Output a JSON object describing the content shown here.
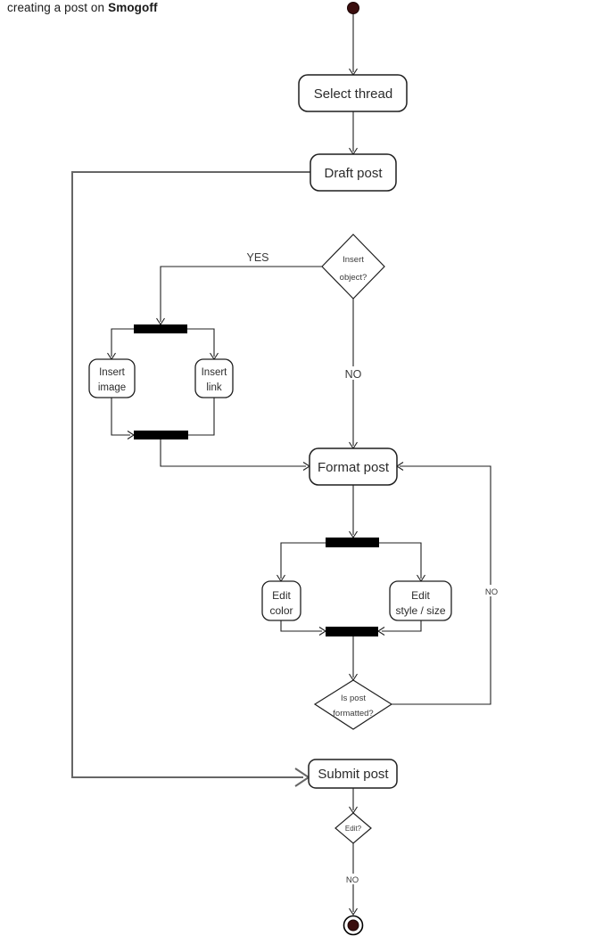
{
  "title": {
    "prefix": "creating a post on",
    "brand": "Smogoff"
  },
  "colors": {
    "background": "#ffffff",
    "edge": "#1f1f1f",
    "shortcut_edge": "#666666",
    "fork_join_bar": "#000000",
    "start_end_fill": "#3a0d0d"
  },
  "nodes": {
    "select_thread": {
      "label": "Select thread"
    },
    "draft_post": {
      "label": "Draft post"
    },
    "insert_object": {
      "line1": "Insert",
      "line2": "object?"
    },
    "insert_image": {
      "line1": "Insert",
      "line2": "image"
    },
    "insert_link": {
      "line1": "Insert",
      "line2": "link"
    },
    "format_post": {
      "label": "Format post"
    },
    "edit_color": {
      "line1": "Edit",
      "line2": "color"
    },
    "edit_style_size": {
      "line1": "Edit",
      "line2": "style / size"
    },
    "is_post_formatted": {
      "line1": "Is post",
      "line2": "formatted?"
    },
    "submit_post": {
      "label": "Submit post"
    },
    "edit_q": {
      "label": "Edit?"
    }
  },
  "edge_labels": {
    "insert_object_yes": "YES",
    "insert_object_no": "NO",
    "format_loop_no": "NO",
    "edit_no": "NO"
  }
}
